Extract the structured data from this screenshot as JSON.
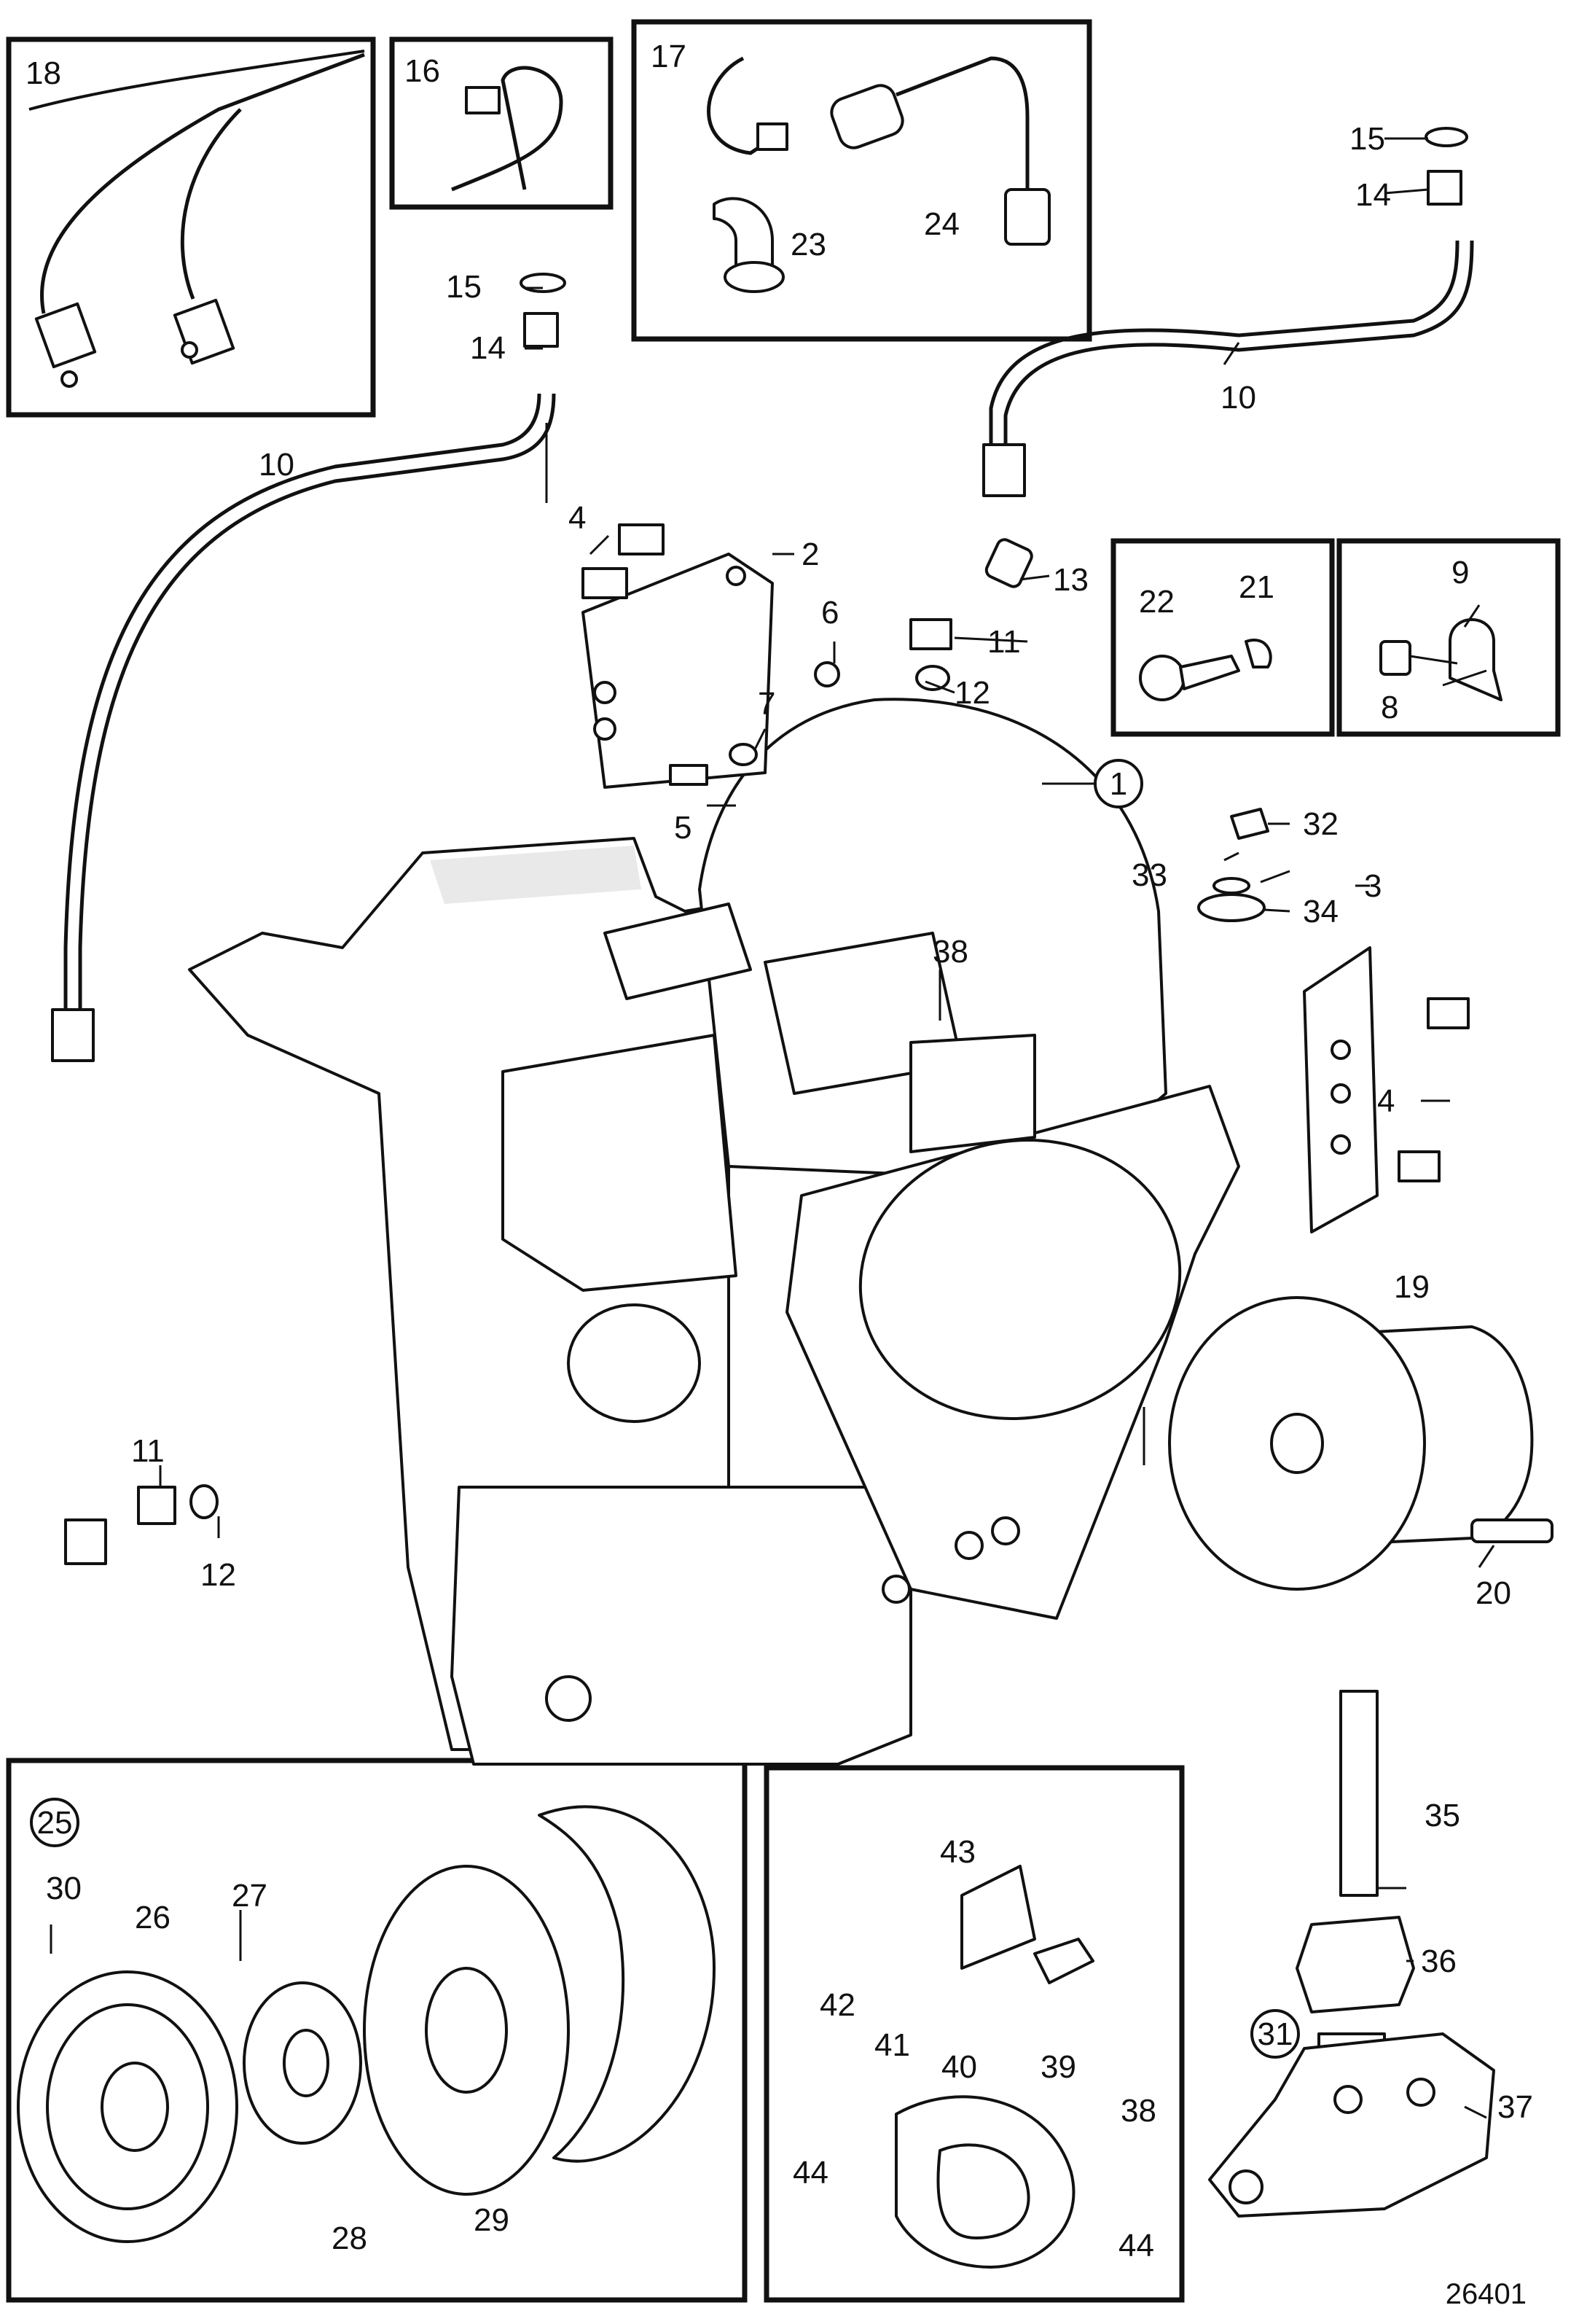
{
  "figure_id": "26401",
  "callouts": {
    "c1": "1",
    "c2": "2",
    "c3": "3",
    "c4a": "4",
    "c4b": "4",
    "c5": "5",
    "c6": "6",
    "c7": "7",
    "c8": "8",
    "c9": "9",
    "c10a": "10",
    "c10b": "10",
    "c11a": "11",
    "c11b": "11",
    "c12a": "12",
    "c12b": "12",
    "c13": "13",
    "c14a": "14",
    "c14b": "14",
    "c15a": "15",
    "c15b": "15",
    "c16": "16",
    "c17": "17",
    "c18": "18",
    "c19": "19",
    "c20": "20",
    "c21": "21",
    "c22": "22",
    "c23": "23",
    "c24": "24",
    "c25": "25",
    "c26": "26",
    "c27": "27",
    "c28": "28",
    "c29": "29",
    "c30": "30",
    "c31": "31",
    "c32": "32",
    "c33": "33",
    "c34": "34",
    "c35": "35",
    "c36": "36",
    "c37": "37",
    "c38a": "38",
    "c38b": "38",
    "c39": "39",
    "c40": "40",
    "c41": "41",
    "c42": "42",
    "c43": "43",
    "c44a": "44",
    "c44b": "44"
  }
}
